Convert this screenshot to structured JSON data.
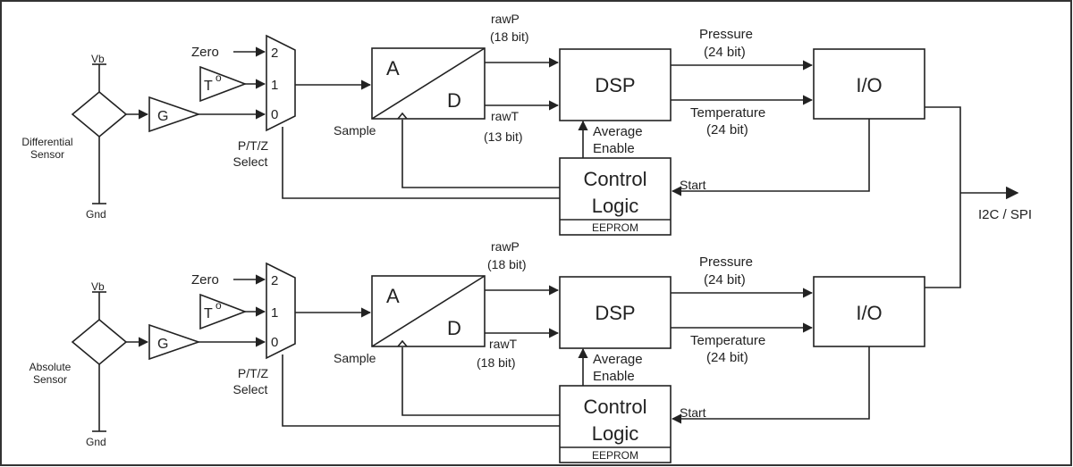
{
  "interface": {
    "output_label": "I2C / SPI"
  },
  "channels": [
    {
      "sensor": {
        "name_line1": "Differential",
        "name_line2": "Sensor",
        "supply": "Vb",
        "ground": "Gnd"
      },
      "amp": {
        "gain_label": "G",
        "temp_label": "T",
        "temp_superscript": "o",
        "zero_label": "Zero"
      },
      "mux": {
        "in2": "2",
        "in1": "1",
        "in0": "0",
        "select_line1": "P/T/Z",
        "select_line2": "Select"
      },
      "adc": {
        "a": "A",
        "d": "D",
        "sample": "Sample",
        "rawp": "rawP",
        "rawp_bits": "(18 bit)",
        "rawt": "rawT",
        "rawt_bits": "(13 bit)"
      },
      "dsp": {
        "label": "DSP",
        "pressure": "Pressure",
        "pressure_bits": "(24 bit)",
        "temperature": "Temperature",
        "temperature_bits": "(24 bit)",
        "avg_line1": "Average",
        "avg_line2": "Enable"
      },
      "control": {
        "line1": "Control",
        "line2": "Logic",
        "eeprom": "EEPROM",
        "start": "Start"
      },
      "io": {
        "label": "I/O"
      }
    },
    {
      "sensor": {
        "name_line1": "Absolute",
        "name_line2": "Sensor",
        "supply": "Vb",
        "ground": "Gnd"
      },
      "amp": {
        "gain_label": "G",
        "temp_label": "T",
        "temp_superscript": "o",
        "zero_label": "Zero"
      },
      "mux": {
        "in2": "2",
        "in1": "1",
        "in0": "0",
        "select_line1": "P/T/Z",
        "select_line2": "Select"
      },
      "adc": {
        "a": "A",
        "d": "D",
        "sample": "Sample",
        "rawp": "rawP",
        "rawp_bits": "(18 bit)",
        "rawt": "rawT",
        "rawt_bits": "(18 bit)"
      },
      "dsp": {
        "label": "DSP",
        "pressure": "Pressure",
        "pressure_bits": "(24 bit)",
        "temperature": "Temperature",
        "temperature_bits": "(24 bit)",
        "avg_line1": "Average",
        "avg_line2": "Enable"
      },
      "control": {
        "line1": "Control",
        "line2": "Logic",
        "eeprom": "EEPROM",
        "start": "Start"
      },
      "io": {
        "label": "I/O"
      }
    }
  ]
}
